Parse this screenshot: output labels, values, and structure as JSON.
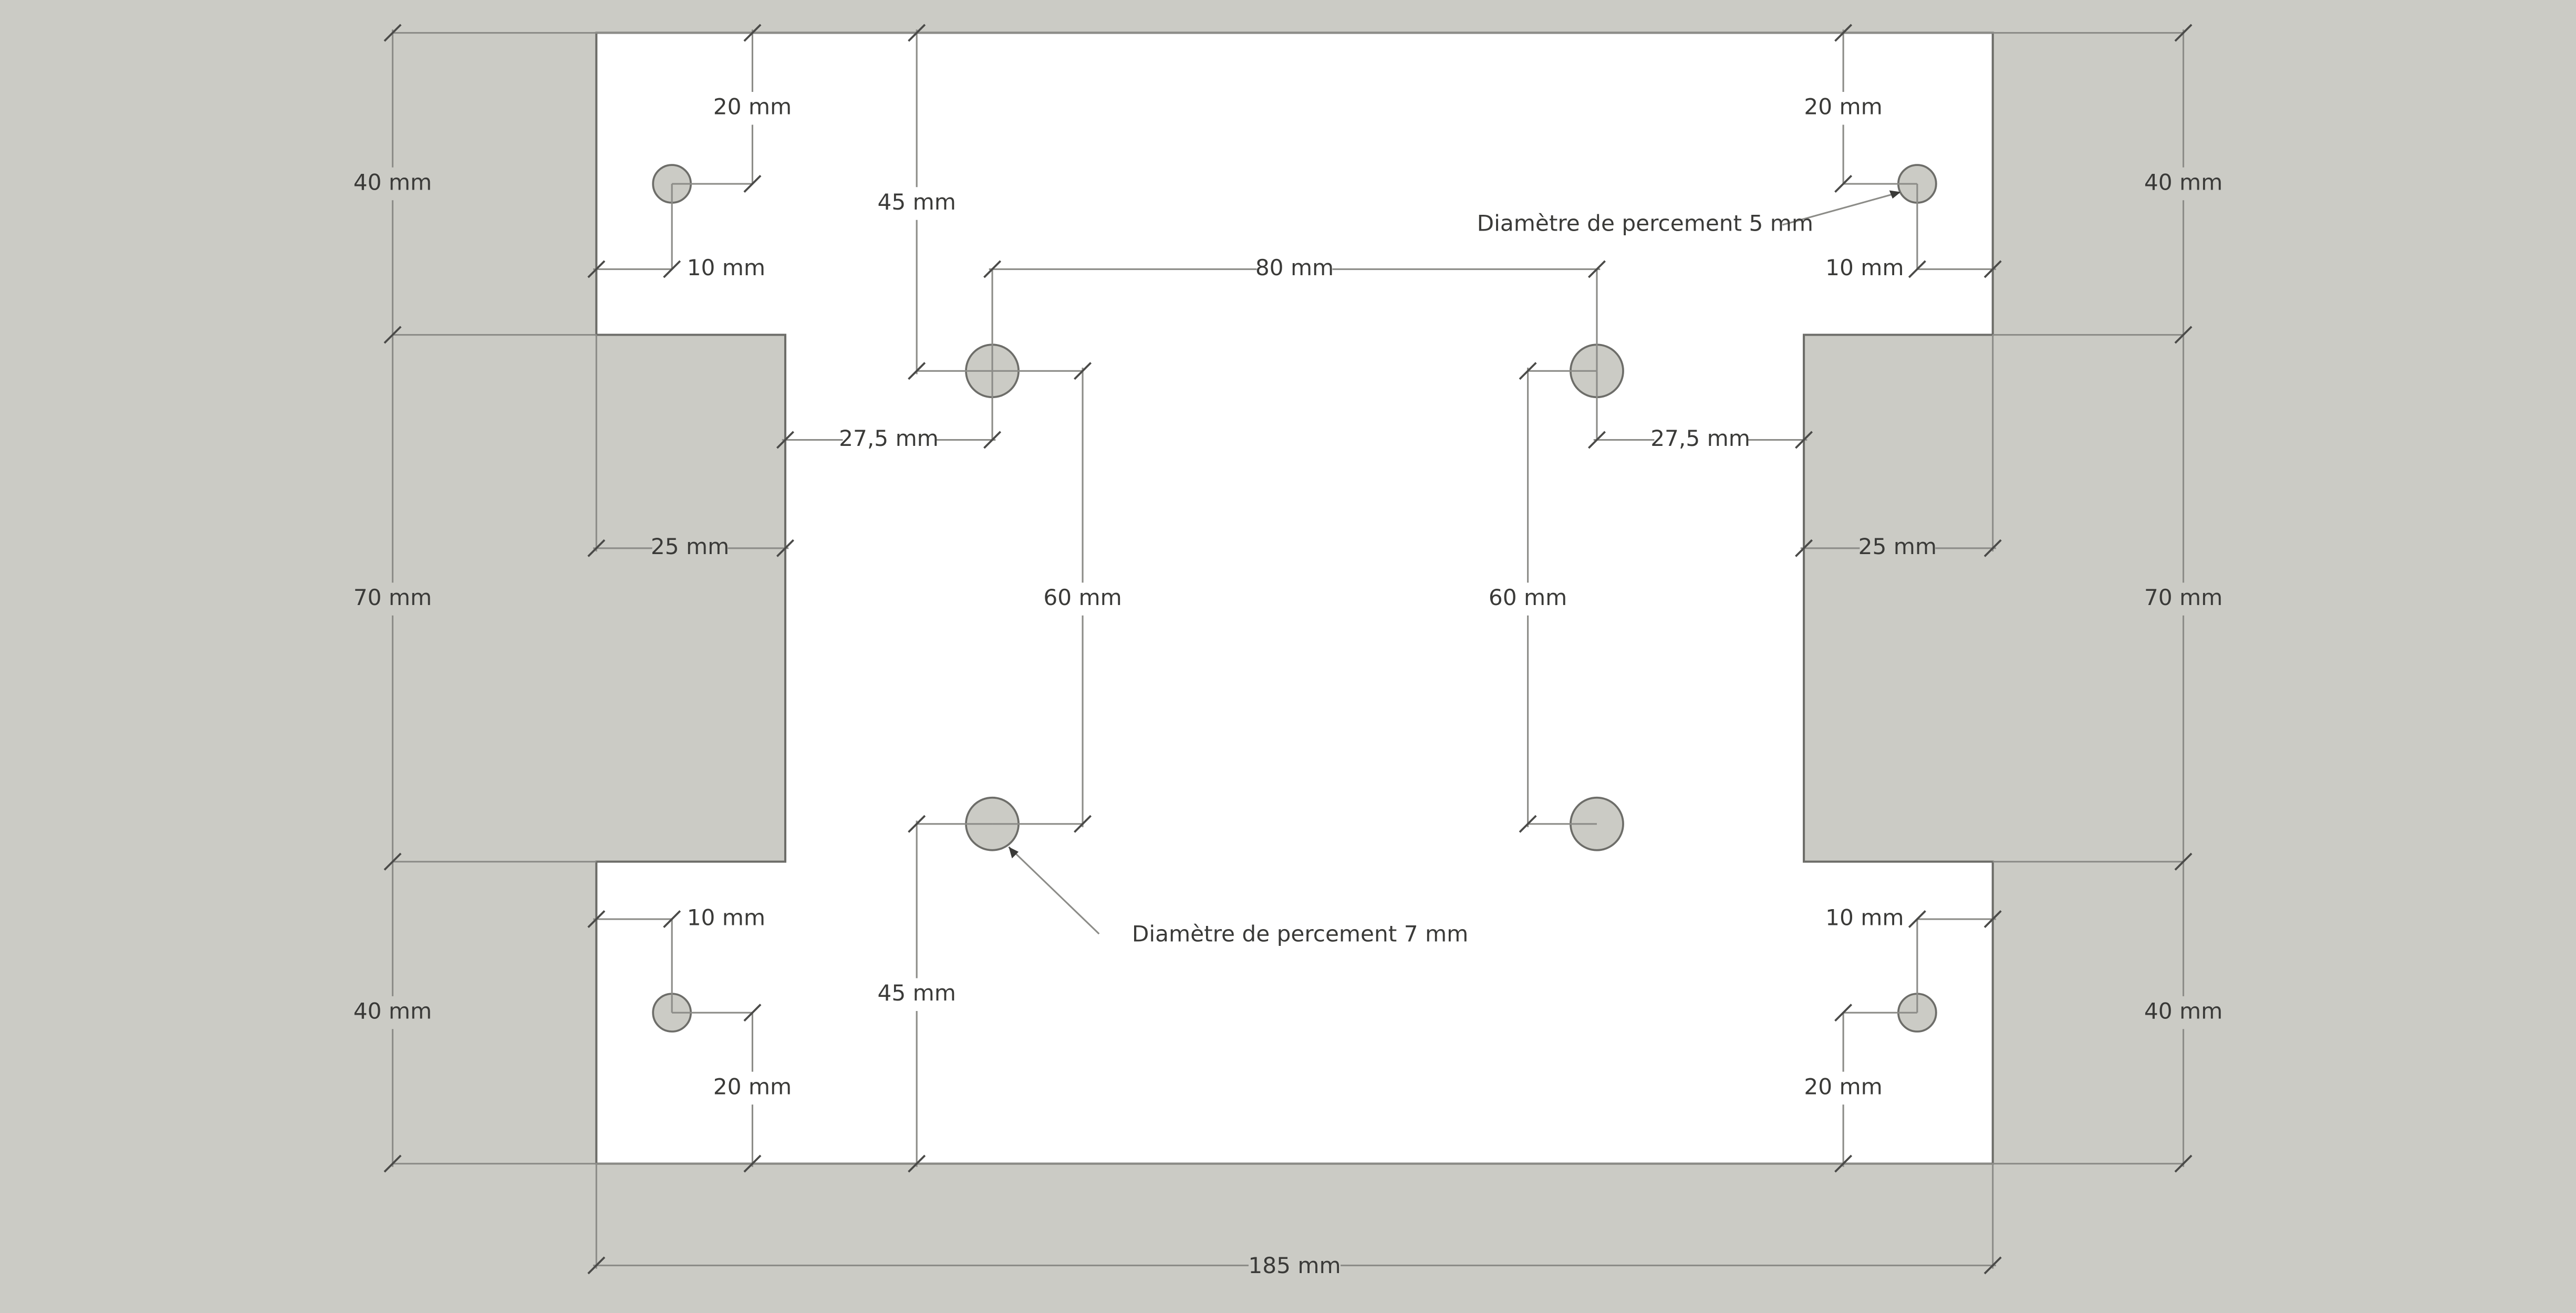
{
  "drawing": {
    "colors": {
      "background": "#cbcbc5",
      "plate": "#ffffff",
      "line": "#8c8c88",
      "text": "#3a3a38"
    },
    "dimensions": {
      "left_top_40": "40 mm",
      "left_middle_70": "70 mm",
      "left_bottom_40": "40 mm",
      "right_top_40": "40 mm",
      "right_middle_70": "70 mm",
      "right_bottom_40": "40 mm",
      "overall_width": "185 mm",
      "small_hole_tl_x": "20 mm",
      "small_hole_tl_y": "10 mm",
      "small_hole_tr_x": "20 mm",
      "small_hole_tr_y": "10 mm",
      "small_hole_bl_y": "10 mm",
      "small_hole_bl_x": "20 mm",
      "small_hole_br_y": "10 mm",
      "small_hole_br_x": "20 mm",
      "top_45": "45 mm",
      "bottom_45": "45 mm",
      "hole_spacing_80": "80 mm",
      "left_27_5": "27,5 mm",
      "right_27_5": "27,5 mm",
      "left_notch_25": "25 mm",
      "right_notch_25": "25 mm",
      "left_60": "60 mm",
      "right_60": "60 mm"
    },
    "notes": {
      "small_hole": "Diamètre de percement 5 mm",
      "large_hole": "Diamètre de percement 7 mm"
    }
  }
}
